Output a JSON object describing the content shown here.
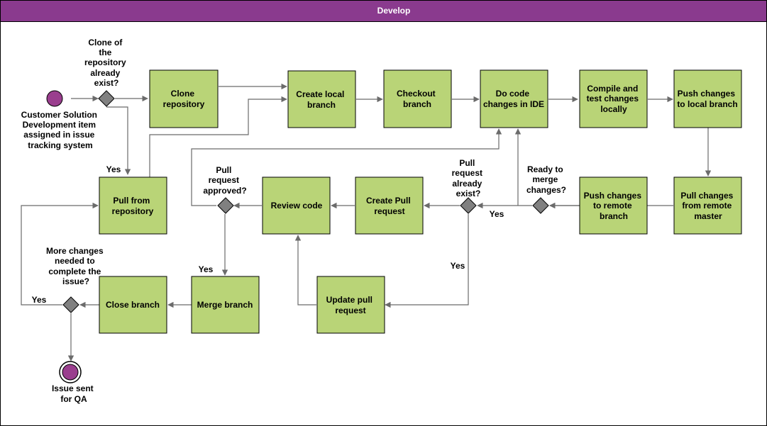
{
  "pool": {
    "title": "Develop"
  },
  "colors": {
    "header": "#8a3a8e",
    "task_fill": "#b9d477",
    "gateway_fill": "#808080",
    "event_fill": "#9a3e8e",
    "edge": "#6b6b6b"
  },
  "events": {
    "start": {
      "lines": [
        "Customer Solution",
        "Development item",
        "assigned in issue",
        "tracking system"
      ]
    },
    "end": {
      "lines": [
        "Issue sent",
        "for QA"
      ]
    }
  },
  "tasks": {
    "clone_repository": {
      "lines": [
        "Clone",
        "repository"
      ]
    },
    "create_local_branch": {
      "lines": [
        "Create local",
        "branch"
      ]
    },
    "checkout_branch": {
      "lines": [
        "Checkout",
        "branch"
      ]
    },
    "do_code_changes": {
      "lines": [
        "Do code",
        "changes in IDE"
      ]
    },
    "compile_test": {
      "lines": [
        "Compile and",
        "test changes",
        "locally"
      ]
    },
    "push_local": {
      "lines": [
        "Push changes",
        "to local branch"
      ]
    },
    "pull_from_repository": {
      "lines": [
        "Pull from",
        "repository"
      ]
    },
    "review_code": {
      "lines": [
        "Review code"
      ]
    },
    "create_pull_request": {
      "lines": [
        "Create Pull",
        "request"
      ]
    },
    "push_remote": {
      "lines": [
        "Push changes",
        "to remote",
        "branch"
      ]
    },
    "pull_remote_master": {
      "lines": [
        "Pull changes",
        "from remote",
        "master"
      ]
    },
    "update_pull_request": {
      "lines": [
        "Update pull",
        "request"
      ]
    },
    "merge_branch": {
      "lines": [
        "Merge branch"
      ]
    },
    "close_branch": {
      "lines": [
        "Close branch"
      ]
    }
  },
  "gateways": {
    "clone_exists": {
      "lines": [
        "Clone of",
        "the",
        "repository",
        "already",
        "exist?"
      ]
    },
    "pr_approved": {
      "lines": [
        "Pull",
        "request",
        "approved?"
      ]
    },
    "pr_exists": {
      "lines": [
        "Pull",
        "request",
        "already",
        "exist?"
      ]
    },
    "ready_to_merge": {
      "lines": [
        "Ready to",
        "merge",
        "changes?"
      ]
    },
    "more_changes": {
      "lines": [
        "More changes",
        "needed to",
        "complete the",
        "issue?"
      ]
    }
  },
  "edge_labels": {
    "clone_yes": "Yes",
    "pr_exists_yes_right": "Yes",
    "pr_exists_yes_down": "Yes",
    "approved_yes": "Yes",
    "more_changes_yes": "Yes"
  }
}
